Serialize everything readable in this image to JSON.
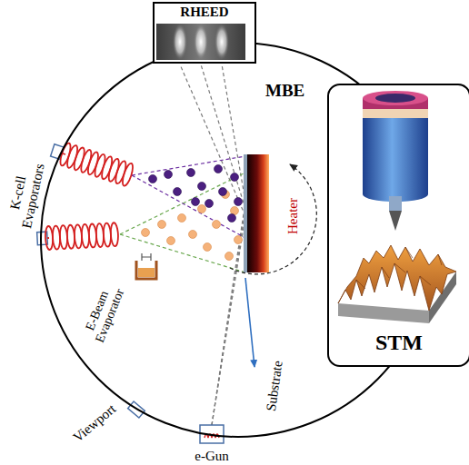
{
  "diagram": {
    "nodes": [
      {
        "text": [
          "MBE"
        ]
      },
      {
        "text": [
          "RHEED"
        ]
      },
      {
        "text": [
          "STM"
        ]
      }
    ],
    "labels": [
      "K-cell Evaporators",
      "E-Beam Evaporator",
      "Viewport",
      "e-Gun",
      "Substrate",
      "Heater"
    ]
  }
}
